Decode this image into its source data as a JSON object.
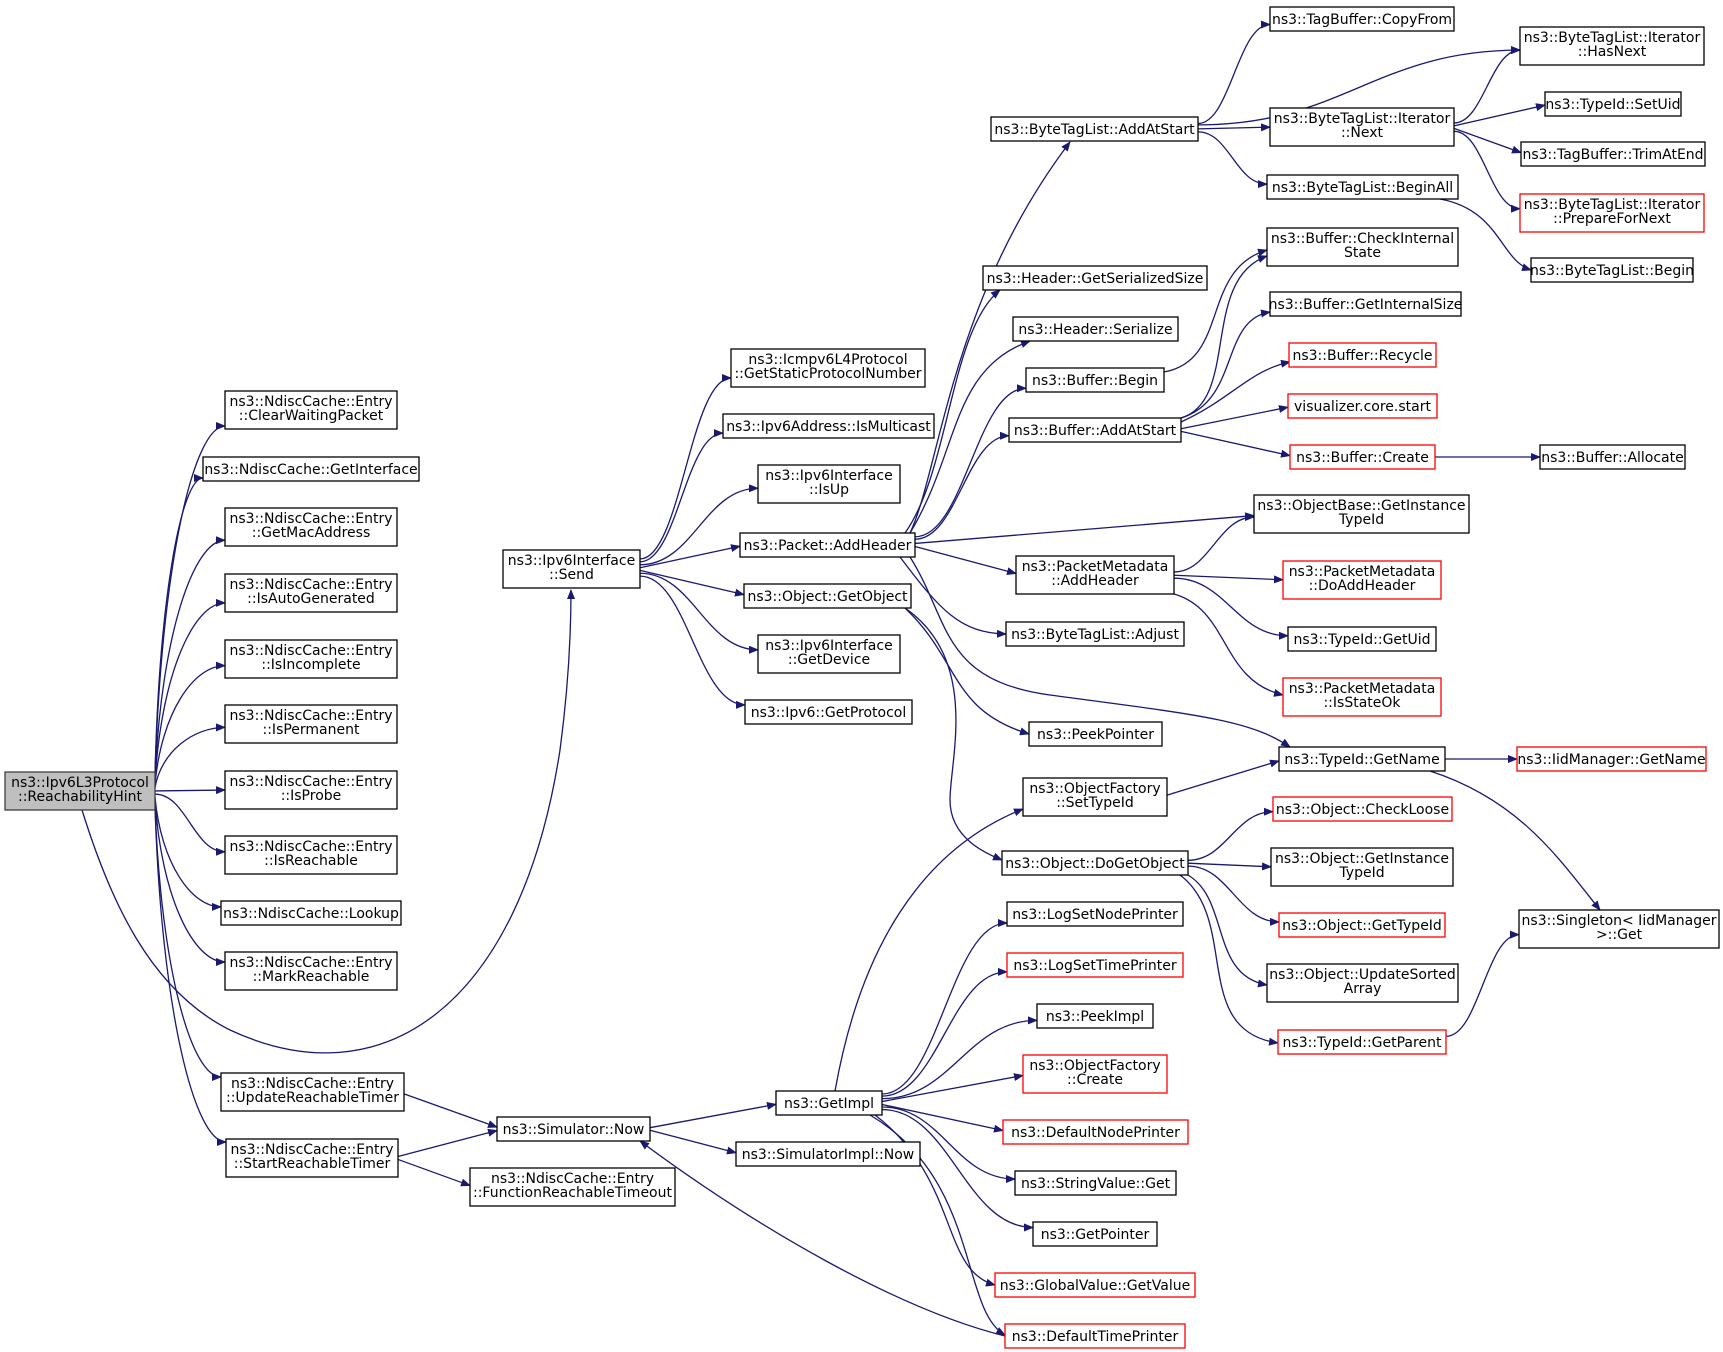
{
  "graph": {
    "link_color": "#191970",
    "documented_border": "#000000",
    "undocumented_border": "#ff0000",
    "root_fill": "#bfbfbf",
    "nodes": [
      {
        "id": "root",
        "lines": [
          "ns3::Ipv6L3Protocol",
          "::ReachabilityHint"
        ],
        "kind": "root"
      },
      {
        "id": "clearwait",
        "lines": [
          "ns3::NdiscCache::Entry",
          "::ClearWaitingPacket"
        ]
      },
      {
        "id": "getiface",
        "lines": [
          "ns3::NdiscCache::GetInterface"
        ]
      },
      {
        "id": "getmac",
        "lines": [
          "ns3::NdiscCache::Entry",
          "::GetMacAddress"
        ]
      },
      {
        "id": "isauto",
        "lines": [
          "ns3::NdiscCache::Entry",
          "::IsAutoGenerated"
        ]
      },
      {
        "id": "isincomplete",
        "lines": [
          "ns3::NdiscCache::Entry",
          "::IsIncomplete"
        ]
      },
      {
        "id": "ispermanent",
        "lines": [
          "ns3::NdiscCache::Entry",
          "::IsPermanent"
        ]
      },
      {
        "id": "isprobe",
        "lines": [
          "ns3::NdiscCache::Entry",
          "::IsProbe"
        ]
      },
      {
        "id": "isreachable",
        "lines": [
          "ns3::NdiscCache::Entry",
          "::IsReachable"
        ]
      },
      {
        "id": "lookup",
        "lines": [
          "ns3::NdiscCache::Lookup"
        ]
      },
      {
        "id": "markreach",
        "lines": [
          "ns3::NdiscCache::Entry",
          "::MarkReachable"
        ]
      },
      {
        "id": "updtimer",
        "lines": [
          "ns3::NdiscCache::Entry",
          "::UpdateReachableTimer"
        ]
      },
      {
        "id": "starttimer",
        "lines": [
          "ns3::NdiscCache::Entry",
          "::StartReachableTimer"
        ]
      },
      {
        "id": "ifsend",
        "lines": [
          "ns3::Ipv6Interface",
          "::Send"
        ]
      },
      {
        "id": "simnow",
        "lines": [
          "ns3::Simulator::Now"
        ]
      },
      {
        "id": "funcreach",
        "lines": [
          "ns3::NdiscCache::Entry",
          "::FunctionReachableTimeout"
        ]
      },
      {
        "id": "icmpnum",
        "lines": [
          "ns3::Icmpv6L4Protocol",
          "::GetStaticProtocolNumber"
        ]
      },
      {
        "id": "ismulticast",
        "lines": [
          "ns3::Ipv6Address::IsMulticast"
        ]
      },
      {
        "id": "isup",
        "lines": [
          "ns3::Ipv6Interface",
          "::IsUp"
        ]
      },
      {
        "id": "addheader",
        "lines": [
          "ns3::Packet::AddHeader"
        ]
      },
      {
        "id": "getobject",
        "lines": [
          "ns3::Object::GetObject"
        ]
      },
      {
        "id": "getdevice",
        "lines": [
          "ns3::Ipv6Interface",
          "::GetDevice"
        ]
      },
      {
        "id": "ipv6getproto",
        "lines": [
          "ns3::Ipv6::GetProtocol"
        ]
      },
      {
        "id": "getimpl",
        "lines": [
          "ns3::GetImpl"
        ]
      },
      {
        "id": "simimplnow",
        "lines": [
          "ns3::SimulatorImpl::Now"
        ]
      },
      {
        "id": "btladdatstart",
        "lines": [
          "ns3::ByteTagList::AddAtStart"
        ]
      },
      {
        "id": "hdrsize",
        "lines": [
          "ns3::Header::GetSerializedSize"
        ]
      },
      {
        "id": "hdrser",
        "lines": [
          "ns3::Header::Serialize"
        ]
      },
      {
        "id": "bufbegin",
        "lines": [
          "ns3::Buffer::Begin"
        ]
      },
      {
        "id": "bufaddatstart",
        "lines": [
          "ns3::Buffer::AddAtStart"
        ]
      },
      {
        "id": "pmaddheader",
        "lines": [
          "ns3::PacketMetadata",
          "::AddHeader"
        ]
      },
      {
        "id": "btladjust",
        "lines": [
          "ns3::ByteTagList::Adjust"
        ]
      },
      {
        "id": "peekptr",
        "lines": [
          "ns3::PeekPointer"
        ]
      },
      {
        "id": "ofsettype",
        "lines": [
          "ns3::ObjectFactory",
          "::SetTypeId"
        ]
      },
      {
        "id": "dogetobj",
        "lines": [
          "ns3::Object::DoGetObject"
        ]
      },
      {
        "id": "lognode",
        "lines": [
          "ns3::LogSetNodePrinter"
        ]
      },
      {
        "id": "logtime",
        "lines": [
          "ns3::LogSetTimePrinter"
        ],
        "kind": "red"
      },
      {
        "id": "peekimpl",
        "lines": [
          "ns3::PeekImpl"
        ]
      },
      {
        "id": "ofcreate",
        "lines": [
          "ns3::ObjectFactory",
          "::Create"
        ],
        "kind": "red"
      },
      {
        "id": "defnode",
        "lines": [
          "ns3::DefaultNodePrinter"
        ],
        "kind": "red"
      },
      {
        "id": "strget",
        "lines": [
          "ns3::StringValue::Get"
        ]
      },
      {
        "id": "getptr",
        "lines": [
          "ns3::GetPointer"
        ]
      },
      {
        "id": "gvget",
        "lines": [
          "ns3::GlobalValue::GetValue"
        ],
        "kind": "red"
      },
      {
        "id": "deftime",
        "lines": [
          "ns3::DefaultTimePrinter"
        ],
        "kind": "red"
      },
      {
        "id": "tbcopy",
        "lines": [
          "ns3::TagBuffer::CopyFrom"
        ]
      },
      {
        "id": "btlnext",
        "lines": [
          "ns3::ByteTagList::Iterator",
          "::Next"
        ]
      },
      {
        "id": "btlbeginall",
        "lines": [
          "ns3::ByteTagList::BeginAll"
        ]
      },
      {
        "id": "bufcheck",
        "lines": [
          "ns3::Buffer::CheckInternal",
          "State"
        ]
      },
      {
        "id": "bufintsize",
        "lines": [
          "ns3::Buffer::GetInternalSize"
        ]
      },
      {
        "id": "bufrecycle",
        "lines": [
          "ns3::Buffer::Recycle"
        ],
        "kind": "red"
      },
      {
        "id": "viscore",
        "lines": [
          "visualizer.core.start"
        ],
        "kind": "red"
      },
      {
        "id": "bufcreate",
        "lines": [
          "ns3::Buffer::Create"
        ],
        "kind": "red"
      },
      {
        "id": "obgetinst",
        "lines": [
          "ns3::ObjectBase::GetInstance",
          "TypeId"
        ]
      },
      {
        "id": "pmdoadd",
        "lines": [
          "ns3::PacketMetadata",
          "::DoAddHeader"
        ],
        "kind": "red"
      },
      {
        "id": "tidgetuid",
        "lines": [
          "ns3::TypeId::GetUid"
        ]
      },
      {
        "id": "pmisok",
        "lines": [
          "ns3::PacketMetadata",
          "::IsStateOk"
        ],
        "kind": "red"
      },
      {
        "id": "tidgetname",
        "lines": [
          "ns3::TypeId::GetName"
        ]
      },
      {
        "id": "objcheck",
        "lines": [
          "ns3::Object::CheckLoose"
        ],
        "kind": "red"
      },
      {
        "id": "objgetinst",
        "lines": [
          "ns3::Object::GetInstance",
          "TypeId"
        ]
      },
      {
        "id": "objgettid",
        "lines": [
          "ns3::Object::GetTypeId"
        ],
        "kind": "red"
      },
      {
        "id": "objupdsort",
        "lines": [
          "ns3::Object::UpdateSorted",
          "Array"
        ]
      },
      {
        "id": "tidparent",
        "lines": [
          "ns3::TypeId::GetParent"
        ],
        "kind": "red"
      },
      {
        "id": "hasnext",
        "lines": [
          "ns3::ByteTagList::Iterator",
          "::HasNext"
        ]
      },
      {
        "id": "tidsetuid",
        "lines": [
          "ns3::TypeId::SetUid"
        ]
      },
      {
        "id": "tbtrim",
        "lines": [
          "ns3::TagBuffer::TrimAtEnd"
        ]
      },
      {
        "id": "prepnext",
        "lines": [
          "ns3::ByteTagList::Iterator",
          "::PrepareForNext"
        ],
        "kind": "red"
      },
      {
        "id": "btlbegin",
        "lines": [
          "ns3::ByteTagList::Begin"
        ]
      },
      {
        "id": "bufalloc",
        "lines": [
          "ns3::Buffer::Allocate"
        ]
      },
      {
        "id": "iidgetname",
        "lines": [
          "ns3::IidManager::GetName"
        ],
        "kind": "red"
      },
      {
        "id": "singleton",
        "lines": [
          "ns3::Singleton< IidManager",
          ">::Get"
        ]
      }
    ]
  }
}
